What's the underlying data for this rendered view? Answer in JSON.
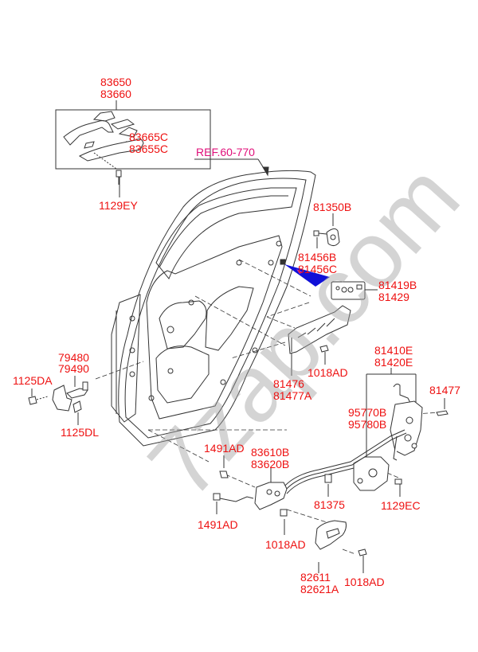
{
  "diagram": {
    "title": "Rear door panel & locking parts",
    "ref_label": "REF.60-770",
    "ref_color": "#e0107a",
    "label_color": "#ee1111",
    "watermark": "7zap.com",
    "parts": {
      "outside_handle": [
        "83650",
        "83660"
      ],
      "handle_base": [
        "83665C",
        "83655C"
      ],
      "handle_bolt": "1129EY",
      "striker": "81350B",
      "striker_screw": [
        "81456B",
        "81456C"
      ],
      "lock_cover": [
        "81419B",
        "81429"
      ],
      "cable_guard": [
        "81476",
        "81477A"
      ],
      "guard_bolt": "1018AD",
      "latch_assembly": [
        "81410E",
        "81420E"
      ],
      "latch_screw": "81477",
      "actuator": [
        "95770B",
        "95780B"
      ],
      "actuator_bolt": "1129EC",
      "clip": "81375",
      "checker": [
        "79480",
        "79490"
      ],
      "checker_bolt_top": "1125DA",
      "checker_bolt_bottom": "1125DL",
      "inside_handle": [
        "83610B",
        "83620B"
      ],
      "handle_clip_top": "1491AD",
      "handle_clip_bottom": "1491AD",
      "inside_handle_bolt": "1018AD",
      "inside_bezel": [
        "82611",
        "82621A"
      ],
      "bezel_bolt": "1018AD"
    }
  }
}
